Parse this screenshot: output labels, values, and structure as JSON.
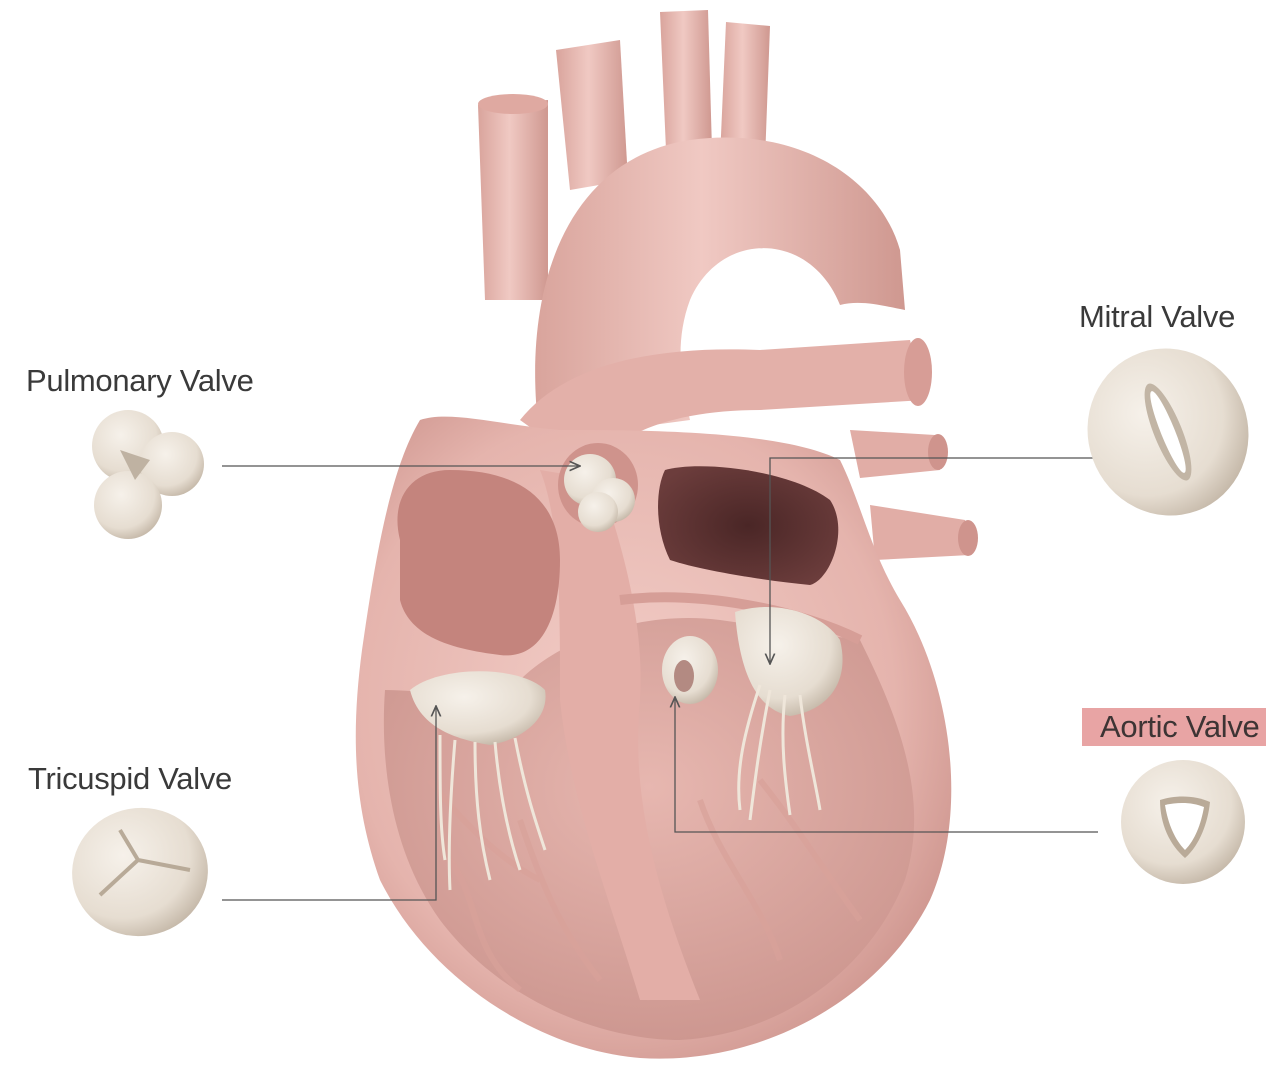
{
  "labels": {
    "pulmonary": "Pulmonary Valve",
    "mitral": "Mitral Valve",
    "tricuspid": "Tricuspid Valve",
    "aortic": "Aortic Valve"
  },
  "highlighted_label": "aortic",
  "colors": {
    "heart_body": "#e5b4ad",
    "heart_shadow": "#c98f88",
    "heart_light": "#f2cdc7",
    "chamber_dark": "#5a3232",
    "valve_cream": "#e9e1d6",
    "valve_shadow": "#bfb2a2",
    "leader_line": "#555555",
    "highlight": "#e8a4a4",
    "background": "#ffffff"
  },
  "icons": {
    "pulmonary": "pulmonary-valve-icon",
    "mitral": "mitral-valve-icon",
    "tricuspid": "tricuspid-valve-icon",
    "aortic": "aortic-valve-icon"
  }
}
